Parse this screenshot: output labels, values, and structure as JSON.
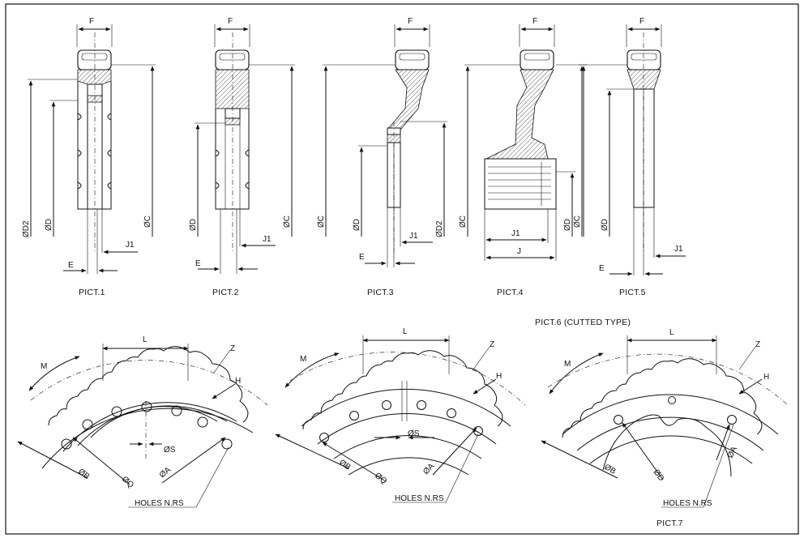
{
  "section_views": [
    {
      "caption": "PICT.1",
      "labels": {
        "f": "F",
        "d2": "ØD2",
        "d": "ØD",
        "c": "ØC",
        "j1": "J1",
        "e": "E"
      }
    },
    {
      "caption": "PICT.2",
      "labels": {
        "f": "F",
        "d": "ØD",
        "c": "ØC",
        "j1": "J1",
        "e": "E"
      }
    },
    {
      "caption": "PICT.3",
      "labels": {
        "f": "F",
        "c": "ØC",
        "d": "ØD",
        "d2": "ØD2",
        "j1": "J1",
        "e": "E"
      }
    },
    {
      "caption": "PICT.4",
      "labels": {
        "f": "F",
        "c": "ØC",
        "d": "ØD",
        "j1": "J1",
        "j": "J"
      }
    },
    {
      "caption": "PICT.5",
      "labels": {
        "f": "F",
        "c": "ØC",
        "d": "ØD",
        "j1": "J1",
        "e": "E"
      }
    }
  ],
  "pict6_caption": "PICT.6 (CUTTED TYPE)",
  "pict7_caption": "PICT.7",
  "ring_views": [
    {
      "labels": {
        "l": "L",
        "m": "M",
        "z": "Z",
        "h": "H",
        "s": "ØS",
        "b": "ØB",
        "q": "ØQ",
        "a": "ØA",
        "holes": "HOLES N.RS"
      }
    },
    {
      "labels": {
        "l": "L",
        "m": "M",
        "z": "Z",
        "h": "H",
        "s": "ØS",
        "b": "ØB",
        "q": "ØQ",
        "a": "ØA",
        "holes": "HOLES N.RS"
      }
    },
    {
      "labels": {
        "l": "L",
        "m": "M",
        "z": "Z",
        "h": "H",
        "b": "ØB",
        "d": "ØD",
        "a": "ØA",
        "holes": "HOLES N.RS"
      }
    }
  ]
}
